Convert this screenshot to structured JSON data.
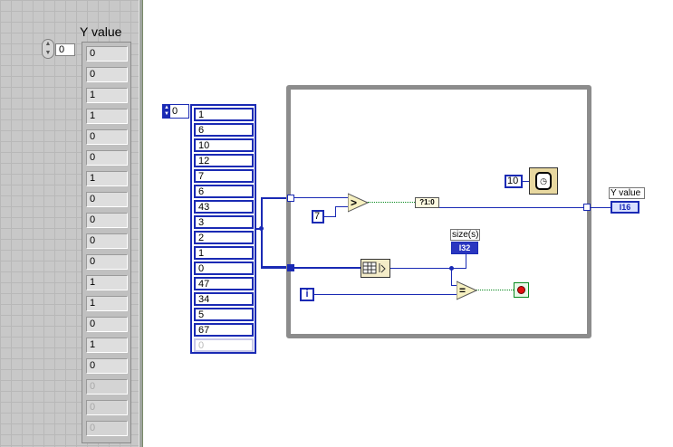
{
  "front_panel": {
    "array_label": "Y value",
    "index_value": "0",
    "values": [
      "0",
      "0",
      "1",
      "1",
      "0",
      "0",
      "1",
      "0",
      "0",
      "0",
      "0",
      "1",
      "1",
      "0",
      "1",
      "0"
    ],
    "empty_values": [
      "0",
      "0",
      "0"
    ]
  },
  "block_diagram": {
    "array_index_value": "0",
    "array_values": [
      "1",
      "6",
      "10",
      "12",
      "7",
      "6",
      "43",
      "3",
      "2",
      "1",
      "0",
      "47",
      "34",
      "5",
      "67"
    ],
    "array_empty_value": "0",
    "greater_symbol": ">",
    "equal_symbol": "=",
    "bool_to_num_label": "?1:0",
    "constant_7": "7",
    "constant_10": "10",
    "iteration_label": "i",
    "size_label": "size(s)",
    "size_type": "I32",
    "yvalue_label": "Y value",
    "yvalue_type": "I16"
  },
  "colors": {
    "wire_numeric": "#1a2ab4",
    "wire_boolean": "#0a8a20",
    "loop_frame": "#8c8c8c",
    "panel_grid": "#c8c8c8"
  }
}
